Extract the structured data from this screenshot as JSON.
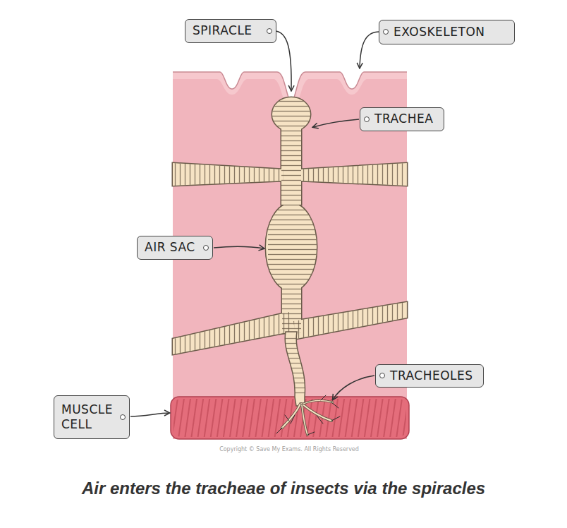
{
  "diagram": {
    "caption": "Air enters the tracheae of insects via the spiracles",
    "nodes": [
      {
        "text": [
          "SPIRACLE"
        ]
      },
      {
        "text": [
          "EXOSKELETON"
        ]
      },
      {
        "text": [
          "TRACHEA"
        ]
      },
      {
        "text": [
          "AIR SAC"
        ]
      },
      {
        "text": [
          "TRACHEOLES"
        ]
      },
      {
        "text": [
          "MUSCLE CELL"
        ]
      }
    ],
    "labels": [
      "Copyright © Save My Exams. All Rights Reserved"
    ]
  }
}
